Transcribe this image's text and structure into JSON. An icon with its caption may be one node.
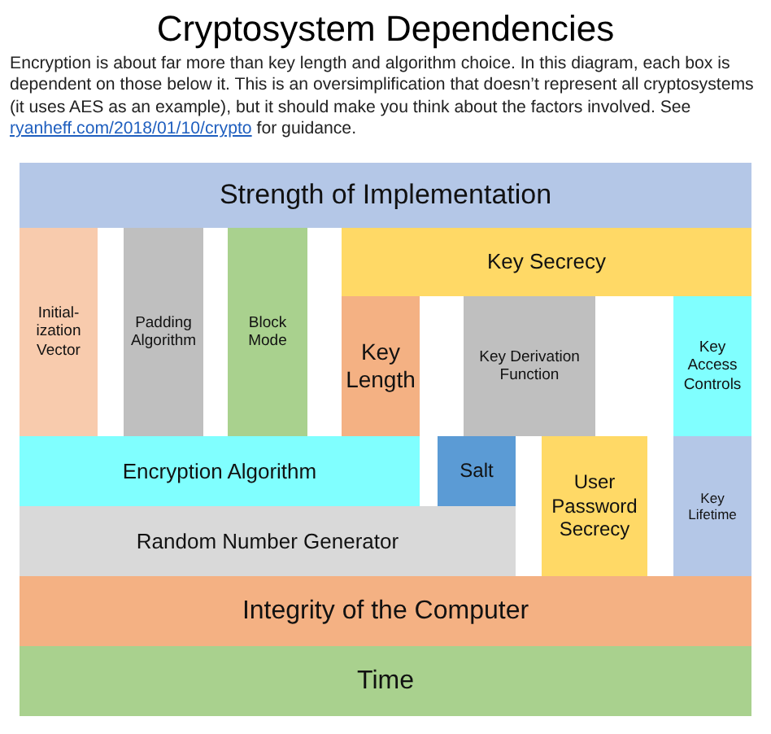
{
  "diagram": {
    "title": "Cryptosystem Dependencies",
    "caption": "Encryption is about far more than key length and algorithm choice. In this diagram, each box is dependent on those below it. This is an oversimplification that doesn’t represent all cryptosystems (it uses AES as an example), but it should make you think about the factors involved. See ryanheff.com/2018/01/10/crypto for guidance.",
    "nodes": [
      {
        "text": [
          "Strength of Implementation"
        ]
      },
      {
        "text": [
          "Initial-ization Vector"
        ]
      },
      {
        "text": [
          "Padding Algorithm"
        ]
      },
      {
        "text": [
          "Block Mode"
        ]
      },
      {
        "text": [
          "Key Secrecy"
        ]
      },
      {
        "text": [
          "Key Length"
        ]
      },
      {
        "text": [
          "Key Derivation Function"
        ]
      },
      {
        "text": [
          "Key Access Controls"
        ]
      },
      {
        "text": [
          "Encryption Algorithm"
        ]
      },
      {
        "text": [
          "Salt"
        ]
      },
      {
        "text": [
          "User Password Secrecy"
        ]
      },
      {
        "text": [
          "Key Lifetime"
        ]
      },
      {
        "text": [
          "Random Number Generator"
        ]
      },
      {
        "text": [
          "Integrity of the Computer"
        ]
      },
      {
        "text": [
          "Time"
        ]
      }
    ]
  }
}
